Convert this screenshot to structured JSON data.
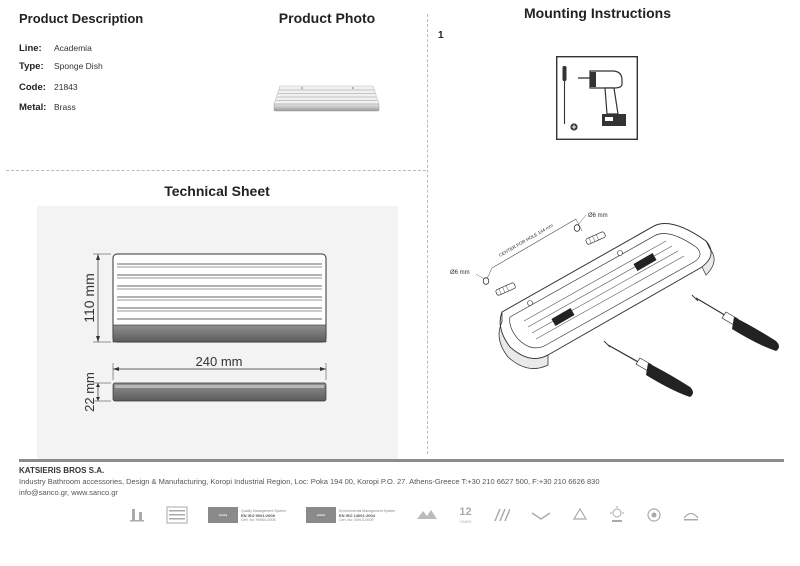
{
  "headings": {
    "product_description": "Product Description",
    "product_photo": "Product Photo",
    "mounting_instructions": "Mounting Instructions",
    "technical_sheet": "Technical Sheet"
  },
  "specs": [
    {
      "label": "Line:",
      "value": "Academia"
    },
    {
      "label": "Type:",
      "value": "Sponge Dish"
    },
    {
      "label": "Code:",
      "value": "21843"
    },
    {
      "label": "Metal:",
      "value": "Brass"
    }
  ],
  "mounting": {
    "step_number": "1",
    "center_label": "CENTER FOR HOLE 144 mm",
    "hole_label_top": "Ø6 mm",
    "hole_label_left": "Ø6 mm"
  },
  "technical": {
    "height_label": "110 mm",
    "width_label": "240 mm",
    "depth_label": "22 mm"
  },
  "company": {
    "name": "KATSIERIS BROS S.A.",
    "line1": "Industry Bathroom accessories, Design & Manufacturing, Koropi Industrial Region, Loc: Poka 194 00, Koropi P.O. 27. Athens-Greece   T:+30 210 6627 500, F:+30 210 6626 830",
    "line2": "info@sanco.gr, www.sanco.gr"
  },
  "certifications": [
    {
      "top": "Quality Management System",
      "main": "EN ISO 9001:2008",
      "bottom": "Cert. No: 9096/1/2008"
    },
    {
      "top": "Environmental Management System",
      "main": "EN ISO 14001:2004",
      "bottom": "Cert. No: 4091/1/2009"
    }
  ],
  "logo_badges": [
    {
      "glyph": "12",
      "caption": "YEARS"
    }
  ],
  "colors": {
    "rule": "#8c8c8c",
    "tech_bg": "#f3f3f3",
    "metal_dark": "#6e6e6e"
  }
}
